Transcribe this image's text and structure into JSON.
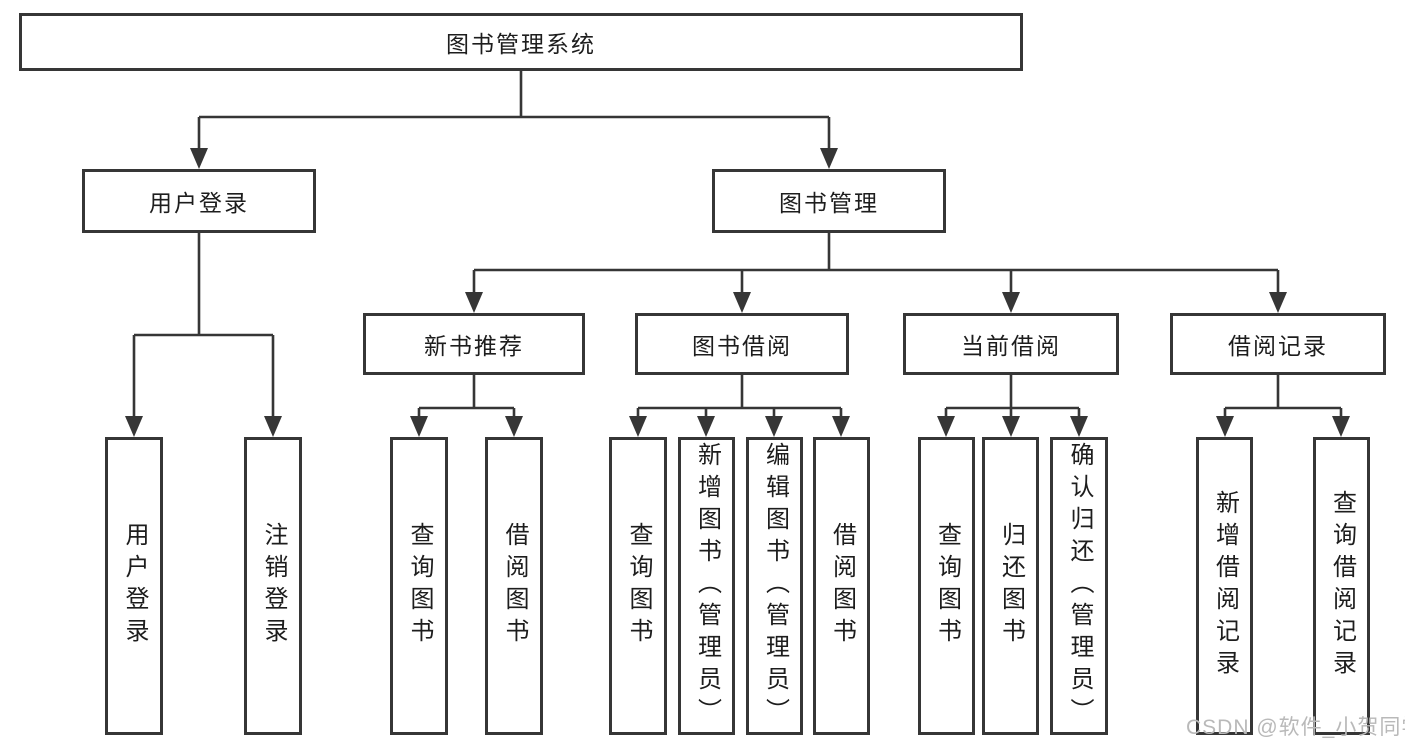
{
  "tree": {
    "label": "图书管理系统",
    "children": [
      {
        "label": "用户登录",
        "children": [
          {
            "label": "用户登录"
          },
          {
            "label": "注销登录"
          }
        ]
      },
      {
        "label": "图书管理",
        "children": [
          {
            "label": "新书推荐",
            "children": [
              {
                "label": "查询图书"
              },
              {
                "label": "借阅图书"
              }
            ]
          },
          {
            "label": "图书借阅",
            "children": [
              {
                "label": "查询图书"
              },
              {
                "label": "新增图书（管理员）"
              },
              {
                "label": "编辑图书（管理员）"
              },
              {
                "label": "借阅图书"
              }
            ]
          },
          {
            "label": "当前借阅",
            "children": [
              {
                "label": "查询图书"
              },
              {
                "label": "归还图书"
              },
              {
                "label": "确认归还（管理员）"
              }
            ]
          },
          {
            "label": "借阅记录",
            "children": [
              {
                "label": "新增借阅记录"
              },
              {
                "label": "查询借阅记录"
              }
            ]
          }
        ]
      }
    ]
  },
  "watermark": {
    "text": "CSDN @软件_小贺同学"
  },
  "colors": {
    "line": "#363636",
    "text": "#1d1d1d",
    "watermark": "#b9b9b9",
    "background": "#ffffff"
  }
}
